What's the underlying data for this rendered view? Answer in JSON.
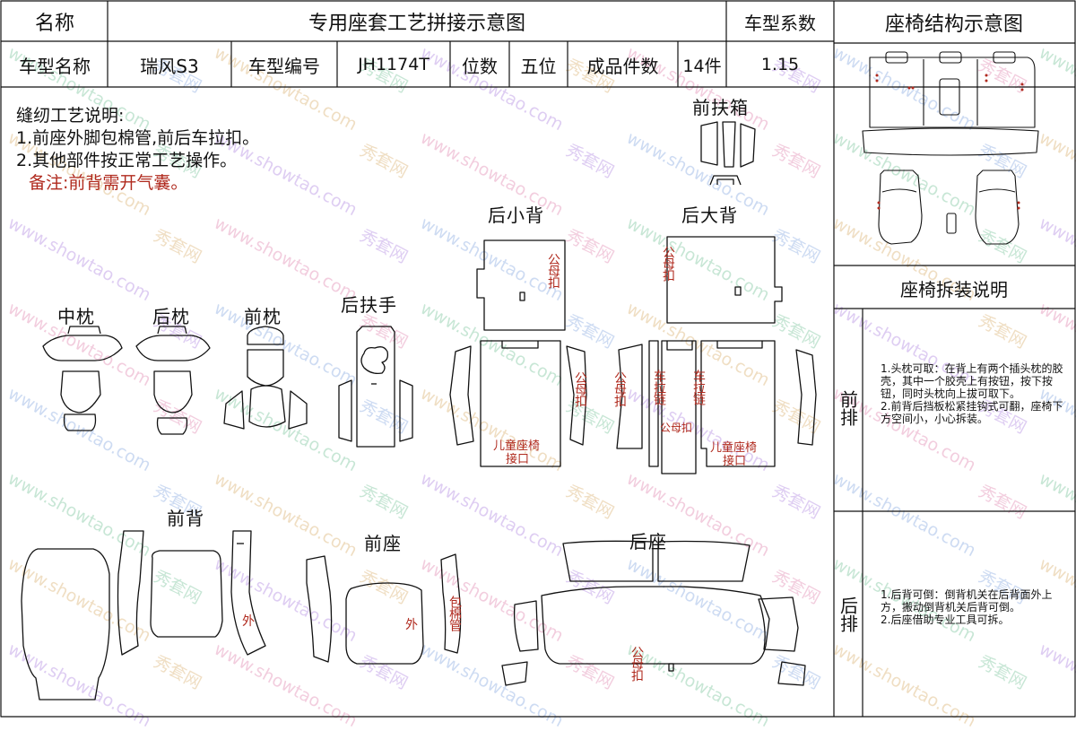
{
  "header": {
    "name_label": "名称",
    "title": "专用座套工艺拼接示意图",
    "coef_label": "车型系数",
    "structure_title": "座椅结构示意图",
    "model_name_label": "车型名称",
    "model_name": "瑞风S3",
    "model_code_label": "车型编号",
    "model_code": "JH1174T",
    "seats_label": "位数",
    "seats": "五位",
    "pieces_label": "成品件数",
    "pieces": "14件",
    "coef": "1.15"
  },
  "sewing": {
    "title": "缝纫工艺说明:",
    "line1": "1.前座外脚包棉管,前后车拉扣。",
    "line2": "2.其他部件按正常工艺操作。",
    "remark": "备注:前背需开气囊。"
  },
  "parts": {
    "front_armrest_box": "前扶箱",
    "rear_small_back": "后小背",
    "rear_large_back": "后大背",
    "middle_pillow": "中枕",
    "rear_pillow": "后枕",
    "front_pillow": "前枕",
    "rear_armrest": "后扶手",
    "front_back": "前背",
    "front_seat": "前座",
    "rear_seat": "后座"
  },
  "annotations": {
    "buckle": "公母扣",
    "child_seat_1": "儿童座椅",
    "child_seat_2": "接口",
    "zipper": "车拉链",
    "buckle_small": "公母扣",
    "outer": "外",
    "cotton_pipe": "包棉管"
  },
  "disassembly": {
    "title": "座椅拆装说明",
    "front_row": "前排",
    "rear_row": "后排",
    "front_notes": "1.头枕可取：在背上有两个插头枕的胶壳，其中一个胶壳上有按钮，按下按钮，同时头枕向上拔可取下。\n2.前背后挡板松紧挂钩式可翻，座椅下方空间小，小心拆装。",
    "rear_notes": "1.后背可倒：倒背机关在后背面外上方，搬动倒背机关后背可倒。\n2.后座借助专业工具可拆。"
  },
  "watermark": {
    "brand": "秀套网",
    "site": "www.showtao.com"
  },
  "colors": {
    "annotation_red": "#b02a1e",
    "line": "#111111"
  }
}
